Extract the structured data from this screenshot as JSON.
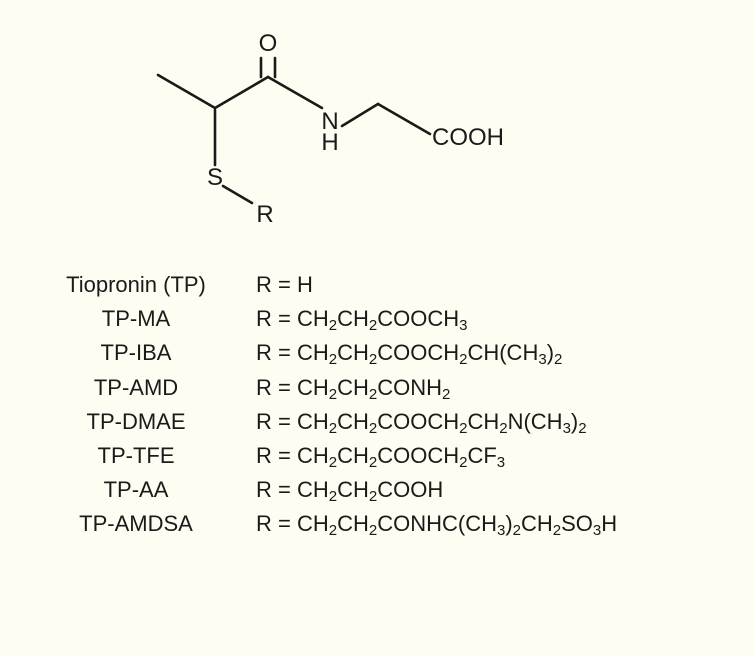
{
  "structure": {
    "atoms": {
      "carbonyl_oxygen": "O",
      "amide_nitrogen": "N",
      "amide_hydrogen": "H",
      "acid_group": "COOH",
      "sulfur": "S",
      "substituent": "R"
    }
  },
  "derivatives": [
    {
      "name": "Tiopronin (TP)",
      "formula_parts": [
        [
          "R = H",
          ""
        ]
      ]
    },
    {
      "name": "TP-MA",
      "formula_parts": [
        [
          "R = CH",
          "2"
        ],
        [
          "CH",
          "2"
        ],
        [
          "COOCH",
          "3"
        ]
      ]
    },
    {
      "name": "TP-IBA",
      "formula_parts": [
        [
          "R = CH",
          "2"
        ],
        [
          "CH",
          "2"
        ],
        [
          "COOCH",
          "2"
        ],
        [
          "CH(CH",
          "3"
        ],
        [
          ")",
          "2"
        ]
      ]
    },
    {
      "name": "TP-AMD",
      "formula_parts": [
        [
          "R = CH",
          "2"
        ],
        [
          "CH",
          "2"
        ],
        [
          "CONH",
          "2"
        ]
      ]
    },
    {
      "name": "TP-DMAE",
      "formula_parts": [
        [
          "R = CH",
          "2"
        ],
        [
          "CH",
          "2"
        ],
        [
          "COOCH",
          "2"
        ],
        [
          "CH",
          "2"
        ],
        [
          "N(CH",
          "3"
        ],
        [
          ")",
          "2"
        ]
      ]
    },
    {
      "name": "TP-TFE",
      "formula_parts": [
        [
          "R = CH",
          "2"
        ],
        [
          "CH",
          "2"
        ],
        [
          "COOCH",
          "2"
        ],
        [
          "CF",
          "3"
        ]
      ]
    },
    {
      "name": "TP-AA",
      "formula_parts": [
        [
          "R = CH",
          "2"
        ],
        [
          "CH",
          "2"
        ],
        [
          "COOH",
          ""
        ]
      ]
    },
    {
      "name": "TP-AMDSA",
      "formula_parts": [
        [
          "R = CH",
          "2"
        ],
        [
          "CH",
          "2"
        ],
        [
          "CONHC(CH",
          "3"
        ],
        [
          ")",
          "2"
        ],
        [
          "CH",
          "2"
        ],
        [
          "SO",
          "3"
        ],
        [
          "H",
          ""
        ]
      ]
    }
  ]
}
